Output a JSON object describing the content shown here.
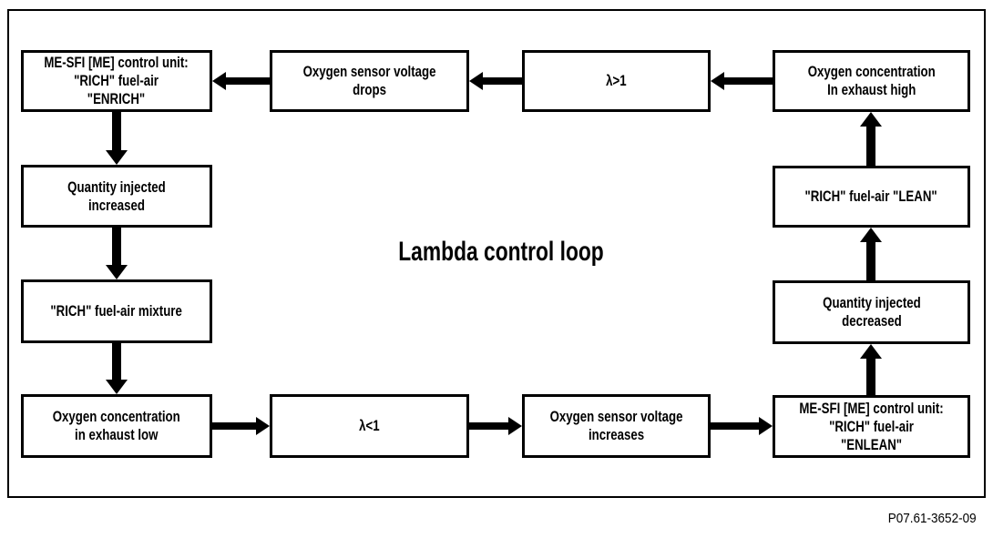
{
  "title": "Lambda control loop",
  "caption": "P07.61-3652-09",
  "colors": {
    "ink": "#000000",
    "background": "#ffffff"
  },
  "boxes": {
    "enrich_unit": {
      "lines": [
        "ME-SFI [ME] control unit:",
        "\"RICH\" fuel-air",
        "\"ENRICH\""
      ]
    },
    "sensor_drops": {
      "lines": [
        "Oxygen sensor voltage",
        "drops"
      ]
    },
    "lambda_gt1": {
      "lines": [
        "λ>1"
      ]
    },
    "oxygen_high": {
      "lines": [
        "Oxygen concentration",
        "In exhaust high"
      ]
    },
    "quantity_increased": {
      "lines": [
        "Quantity injected",
        "increased"
      ]
    },
    "rich_lean": {
      "lines": [
        "\"RICH\" fuel-air \"LEAN\""
      ]
    },
    "rich_mixture": {
      "lines": [
        "\"RICH\" fuel-air mixture"
      ]
    },
    "quantity_decreased": {
      "lines": [
        "Quantity injected",
        "decreased"
      ]
    },
    "oxygen_low": {
      "lines": [
        "Oxygen concentration",
        "in exhaust low"
      ]
    },
    "lambda_lt1": {
      "lines": [
        "λ<1"
      ]
    },
    "sensor_increases": {
      "lines": [
        "Oxygen sensor voltage",
        "increases"
      ]
    },
    "enlean_unit": {
      "lines": [
        "ME-SFI [ME] control unit:",
        "\"RICH\" fuel-air",
        "\"ENLEAN\""
      ]
    }
  },
  "arrows": [
    {
      "from": "oxygen_high",
      "to": "lambda_gt1",
      "direction": "left"
    },
    {
      "from": "lambda_gt1",
      "to": "sensor_drops",
      "direction": "left"
    },
    {
      "from": "sensor_drops",
      "to": "enrich_unit",
      "direction": "left"
    },
    {
      "from": "enrich_unit",
      "to": "quantity_increased",
      "direction": "down"
    },
    {
      "from": "quantity_increased",
      "to": "rich_mixture",
      "direction": "down"
    },
    {
      "from": "rich_mixture",
      "to": "oxygen_low",
      "direction": "down"
    },
    {
      "from": "oxygen_low",
      "to": "lambda_lt1",
      "direction": "right"
    },
    {
      "from": "lambda_lt1",
      "to": "sensor_increases",
      "direction": "right"
    },
    {
      "from": "sensor_increases",
      "to": "enlean_unit",
      "direction": "right"
    },
    {
      "from": "enlean_unit",
      "to": "quantity_decreased",
      "direction": "up"
    },
    {
      "from": "quantity_decreased",
      "to": "rich_lean",
      "direction": "up"
    },
    {
      "from": "rich_lean",
      "to": "oxygen_high",
      "direction": "up"
    }
  ]
}
